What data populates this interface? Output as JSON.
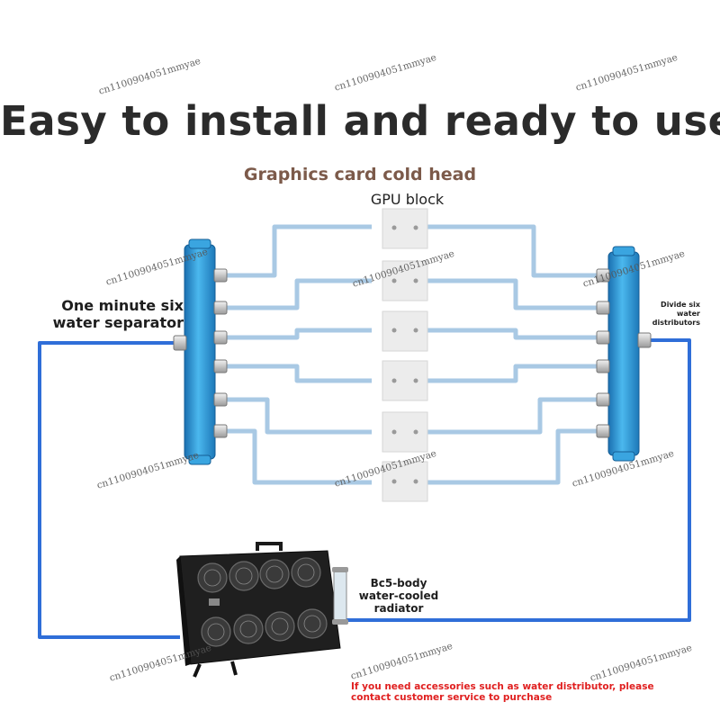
{
  "title": "Easy to install and ready to use",
  "subtitle": "Graphics card cold head",
  "gpu_block_label": "GPU block",
  "left_manifold_label": "One minute six water separator",
  "right_manifold_label": "Divide six water distributors",
  "radiator_label": "Bc5-body water-cooled radiator",
  "footnote": "If you need accessories such as water distributor, please contact customer service to purchase",
  "watermark": "cn1100904051mmyae",
  "colors": {
    "tube": "#a9c9e4",
    "main_line": "#2f6ed8",
    "manifold": "#2a8fcf",
    "footnote": "#e02020",
    "subtitle": "#7c5a4a"
  },
  "icons": [
    "gpu-cold-head-block",
    "water-manifold",
    "radiator-fan-unit"
  ]
}
